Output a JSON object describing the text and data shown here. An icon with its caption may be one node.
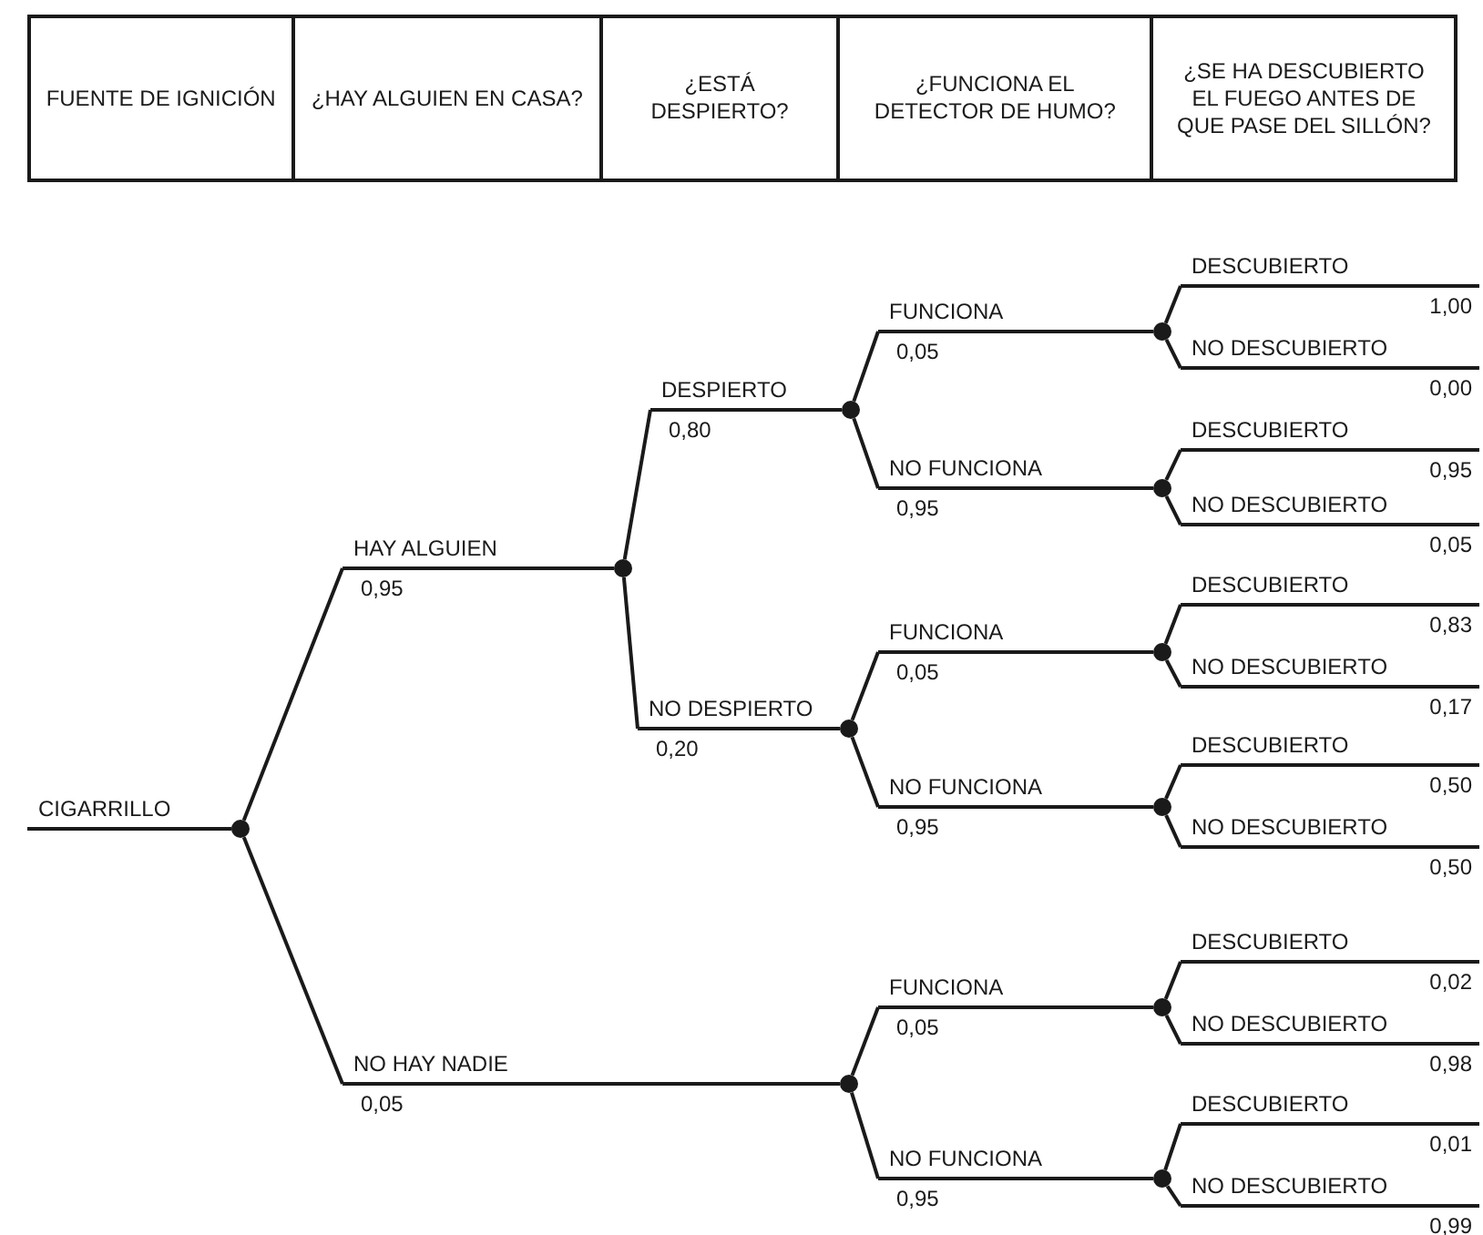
{
  "diagram": {
    "nodes": [
      {
        "text": [
          "FUENTE DE IGNICIÓN"
        ]
      },
      {
        "text": [
          "¿HAY ALGUIEN EN CASA?"
        ]
      },
      {
        "text": [
          "¿ESTÁ DESPIERTO?"
        ]
      },
      {
        "text": [
          "¿FUNCIONA EL DETECTOR DE HUMO?"
        ]
      },
      {
        "text": [
          "¿SE HA DESCUBIERTO EL FUEGO ANTES DE QUE PASE DEL SILLÓN?"
        ]
      },
      {
        "text": [
          "CIGARRILLO"
        ]
      },
      {
        "text": [],
        "shape": "circle"
      },
      {
        "text": [
          "HAY ALGUIEN",
          "0,95"
        ]
      },
      {
        "text": [],
        "shape": "circle"
      },
      {
        "text": [
          "DESPIERTO",
          "0,80"
        ]
      },
      {
        "text": [],
        "shape": "circle"
      },
      {
        "text": [
          "FUNCIONA",
          "0,05"
        ]
      },
      {
        "text": [],
        "shape": "circle"
      },
      {
        "text": [
          "DESCUBIERTO",
          "1,00"
        ]
      },
      {
        "text": [
          "NO DESCUBIERTO",
          "0,00"
        ]
      },
      {
        "text": [
          "NO FUNCIONA",
          "0,95"
        ]
      },
      {
        "text": [],
        "shape": "circle"
      },
      {
        "text": [
          "DESCUBIERTO",
          "0,95"
        ]
      },
      {
        "text": [
          "NO DESCUBIERTO",
          "0,05"
        ]
      },
      {
        "text": [
          "NO DESPIERTO",
          "0,20"
        ]
      },
      {
        "text": [],
        "shape": "circle"
      },
      {
        "text": [
          "FUNCIONA",
          "0,05"
        ]
      },
      {
        "text": [],
        "shape": "circle"
      },
      {
        "text": [
          "DESCUBIERTO",
          "0,83"
        ]
      },
      {
        "text": [
          "NO DESCUBIERTO",
          "0,17"
        ]
      },
      {
        "text": [
          "NO FUNCIONA",
          "0,95"
        ]
      },
      {
        "text": [],
        "shape": "circle"
      },
      {
        "text": [
          "DESCUBIERTO",
          "0,50"
        ]
      },
      {
        "text": [
          "NO DESCUBIERTO",
          "0,50"
        ]
      },
      {
        "text": [
          "NO HAY NADIE",
          "0,05"
        ]
      },
      {
        "text": [],
        "shape": "circle"
      },
      {
        "text": [
          "FUNCIONA",
          "0,05"
        ]
      },
      {
        "text": [],
        "shape": "circle"
      },
      {
        "text": [
          "DESCUBIERTO",
          "0,02"
        ]
      },
      {
        "text": [
          "NO DESCUBIERTO",
          "0,98"
        ]
      },
      {
        "text": [
          "NO FUNCIONA",
          "0,95"
        ]
      },
      {
        "text": [],
        "shape": "circle"
      },
      {
        "text": [
          "DESCUBIERTO",
          "0,01"
        ]
      },
      {
        "text": [
          "NO DESCUBIERTO",
          "0,99"
        ]
      }
    ],
    "edges": [
      {
        "from": 5,
        "to": 6,
        "arrow": "none"
      },
      {
        "from": 6,
        "to": 7,
        "arrow": "none"
      },
      {
        "from": 7,
        "to": 8,
        "arrow": "none"
      },
      {
        "from": 8,
        "to": 9,
        "arrow": "none"
      },
      {
        "from": 9,
        "to": 10,
        "arrow": "none"
      },
      {
        "from": 10,
        "to": 11,
        "arrow": "none"
      },
      {
        "from": 11,
        "to": 12,
        "arrow": "none"
      },
      {
        "from": 12,
        "to": 13,
        "arrow": "none"
      },
      {
        "from": 12,
        "to": 14,
        "arrow": "none"
      },
      {
        "from": 10,
        "to": 15,
        "arrow": "none"
      },
      {
        "from": 15,
        "to": 16,
        "arrow": "none"
      },
      {
        "from": 16,
        "to": 17,
        "arrow": "none"
      },
      {
        "from": 16,
        "to": 18,
        "arrow": "none"
      },
      {
        "from": 8,
        "to": 19,
        "arrow": "none"
      },
      {
        "from": 19,
        "to": 20,
        "arrow": "none"
      },
      {
        "from": 20,
        "to": 21,
        "arrow": "none"
      },
      {
        "from": 21,
        "to": 22,
        "arrow": "none"
      },
      {
        "from": 22,
        "to": 23,
        "arrow": "none"
      },
      {
        "from": 22,
        "to": 24,
        "arrow": "none"
      },
      {
        "from": 20,
        "to": 25,
        "arrow": "none"
      },
      {
        "from": 25,
        "to": 26,
        "arrow": "none"
      },
      {
        "from": 26,
        "to": 27,
        "arrow": "none"
      },
      {
        "from": 26,
        "to": 28,
        "arrow": "none"
      },
      {
        "from": 6,
        "to": 29,
        "arrow": "none"
      },
      {
        "from": 29,
        "to": 30,
        "arrow": "none"
      },
      {
        "from": 30,
        "to": 31,
        "arrow": "none"
      },
      {
        "from": 31,
        "to": 32,
        "arrow": "none"
      },
      {
        "from": 32,
        "to": 33,
        "arrow": "none"
      },
      {
        "from": 32,
        "to": 34,
        "arrow": "none"
      },
      {
        "from": 30,
        "to": 35,
        "arrow": "none"
      },
      {
        "from": 35,
        "to": 36,
        "arrow": "none"
      },
      {
        "from": 36,
        "to": 37,
        "arrow": "none"
      },
      {
        "from": 36,
        "to": 38,
        "arrow": "none"
      }
    ]
  }
}
